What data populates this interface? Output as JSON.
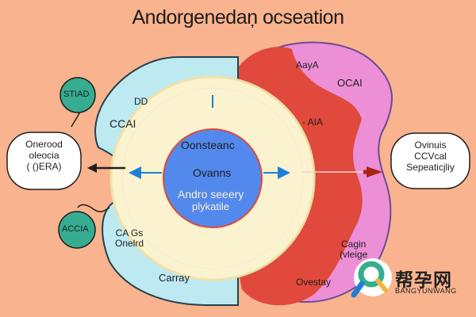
{
  "title": "Andorgenedaņ ocseation",
  "center": {
    "line1": "Oonsteanc",
    "line2": "Ovanns",
    "line3": "Andro seeery",
    "line4": "plykatile"
  },
  "left_panel": {
    "label_dd": "DD",
    "label_ccai": "CCAI",
    "label_ca_bottom": "CA Gs\nOnelrd",
    "label_cary": "Carray"
  },
  "right_panel": {
    "label_aaya": "AayA",
    "label_ocai": "OCAI",
    "label_aia": "- AIA",
    "label_cagin": "Cagin\n(vleige",
    "label_ovestay": "Ovestay"
  },
  "left_box": "Onerood\noleocia\n( ()ERA)",
  "right_box": "Ovinuis\nCCVcal\nSepeaticjliy",
  "left_circles": {
    "top": "STIAD",
    "bottom": "ACCIA"
  },
  "watermark": {
    "cn": "帮孕网",
    "en": "BANGYUNWANG"
  },
  "colors": {
    "background": "#f9b38e",
    "left_shape": "#bde9f1",
    "outer_ring": "#fbf3cf",
    "inner_circle": "#5389ec",
    "right_shape": "#e0493b",
    "right_pink": "#ec8fd6",
    "small_circles": "#36ad90",
    "arrow_blue": "#1e7fd9",
    "arrow_red": "#a82315"
  }
}
